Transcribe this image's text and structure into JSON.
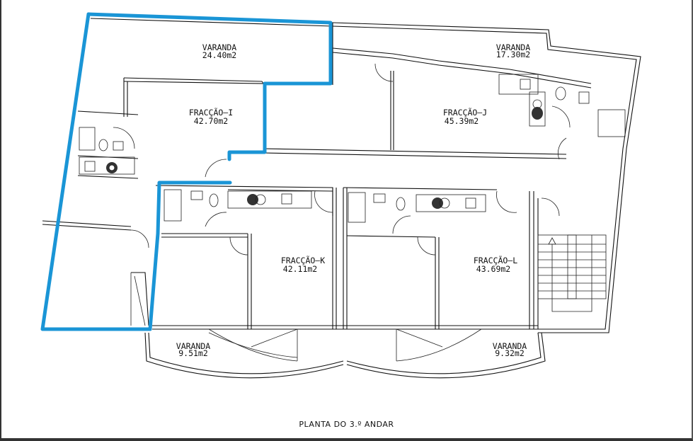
{
  "drawing": {
    "title": "PLANTA DO 3.º ANDAR",
    "highlight_color": "#1a95d6",
    "line_color": "#111111",
    "background": "#ffffff"
  },
  "rooms": [
    {
      "id": "varanda-top-left",
      "name": "VARANDA",
      "area": "24.40m2"
    },
    {
      "id": "varanda-top-right",
      "name": "VARANDA",
      "area": "17.30m2"
    },
    {
      "id": "fraccao-i",
      "name": "FRACÇÃO–I",
      "area": "42.70m2"
    },
    {
      "id": "fraccao-j",
      "name": "FRACÇÃO–J",
      "area": "45.39m2"
    },
    {
      "id": "fraccao-k",
      "name": "FRACÇÃO–K",
      "area": "42.11m2"
    },
    {
      "id": "fraccao-l",
      "name": "FRACÇÃO–L",
      "area": "43.69m2"
    },
    {
      "id": "varanda-bottom-left",
      "name": "VARANDA",
      "area": "9.51m2"
    },
    {
      "id": "varanda-bottom-right",
      "name": "VARANDA",
      "area": "9.32m2"
    }
  ]
}
